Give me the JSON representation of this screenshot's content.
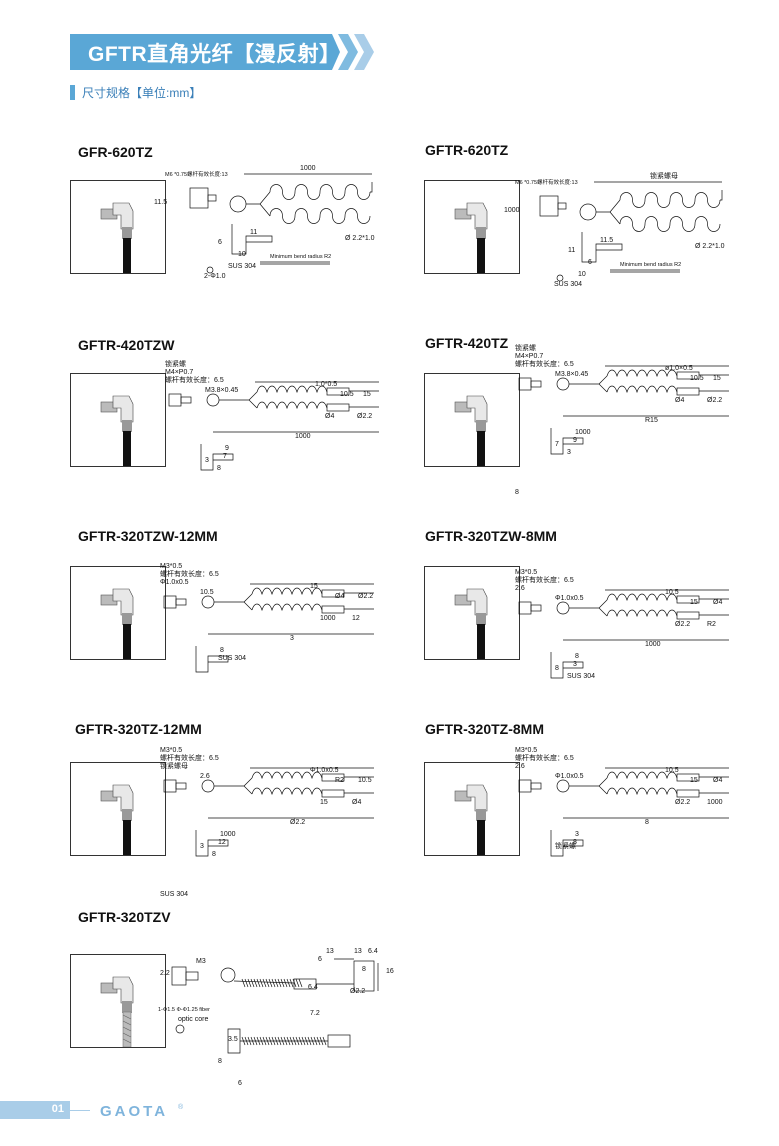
{
  "header": {
    "title": "GFTR直角光纤【漫反射】",
    "subtitle": "尺寸规格【单位:mm】"
  },
  "colors": {
    "banner": "#5aa7d6",
    "banner_light": "#a9cde8",
    "line": "#111111"
  },
  "products": [
    {
      "model": "GFR-620TZ",
      "labels": [
        "M6 *0.75螺杆有效长度:13",
        "1000",
        "11.5",
        "11",
        "6",
        "10",
        "SUS 304",
        "2-Φ1.0",
        "Ø 2.2*1.0",
        "Minimum bend radius R2"
      ]
    },
    {
      "model": "GFTR-620TZ",
      "labels": [
        "M6 *0.75螺杆有效长度:13",
        "锁紧螺母",
        "1000",
        "11.5",
        "11",
        "6",
        "10",
        "SUS 304",
        "Ø 2.2*1.0",
        "Minimum bend radius R2"
      ]
    },
    {
      "model": "GFTR-420TZW",
      "labels": [
        "锁紧螺",
        "M4×P0.7",
        "螺杆有效长度：6.5",
        "M3.8×0.45",
        "1.0*0.5",
        "10.5",
        "15",
        "Ø4",
        "Ø2.2",
        "1000",
        "9",
        "7",
        "3",
        "8"
      ]
    },
    {
      "model": "GFTR-420TZ",
      "labels": [
        "锁紧螺",
        "M4×P0.7",
        "螺杆有效长度：6.5",
        "M3.8×0.45",
        "ø1.0×0.5",
        "10.5",
        "15",
        "Ø4",
        "Ø2.2",
        "R15",
        "1000",
        "9",
        "7",
        "3",
        "8"
      ]
    },
    {
      "model": "GFTR-320TZW-12MM",
      "labels": [
        "M3*0.5",
        "螺杆有效长度：6.5",
        "Φ1.0x0.5",
        "10.5",
        "15",
        "Ø4",
        "Ø2.2",
        "1000",
        "12",
        "3",
        "8",
        "SUS 304"
      ]
    },
    {
      "model": "GFTR-320TZW-8MM",
      "labels": [
        "M3*0.5",
        "螺杆有效长度：6.5",
        "2.6",
        "Φ1.0x0.5",
        "10.5",
        "15",
        "Ø4",
        "Ø2.2",
        "R2",
        "1000",
        "8",
        "3",
        "8",
        "SUS 304"
      ]
    },
    {
      "model": "GFTR-320TZ-12MM",
      "labels": [
        "M3*0.5",
        "螺杆有效长度：6.5",
        "锁紧螺母",
        "2.6",
        "Φ1.0x0.5",
        "R2",
        "10.5",
        "15",
        "Ø4",
        "Ø2.2",
        "1000",
        "12",
        "3",
        "8",
        "SUS 304"
      ]
    },
    {
      "model": "GFTR-320TZ-8MM",
      "labels": [
        "M3*0.5",
        "螺杆有效长度：6.5",
        "2.6",
        "Φ1.0x0.5",
        "10.5",
        "15",
        "Ø4",
        "Ø2.2",
        "1000",
        "8",
        "3",
        "8",
        "锁紧螺"
      ]
    },
    {
      "model": "GFTR-320TZV",
      "labels": [
        "M3",
        "2.2",
        "13",
        "6",
        "13",
        "6.4",
        "8",
        "16",
        "Ø2.2",
        "6.4",
        "7.2",
        "3.5",
        "8",
        "6",
        "1-Φ1.5 Φ-Φ1.25 fiber",
        "optic core"
      ]
    }
  ],
  "footer": {
    "page": "01",
    "brand": "GAOTA"
  }
}
